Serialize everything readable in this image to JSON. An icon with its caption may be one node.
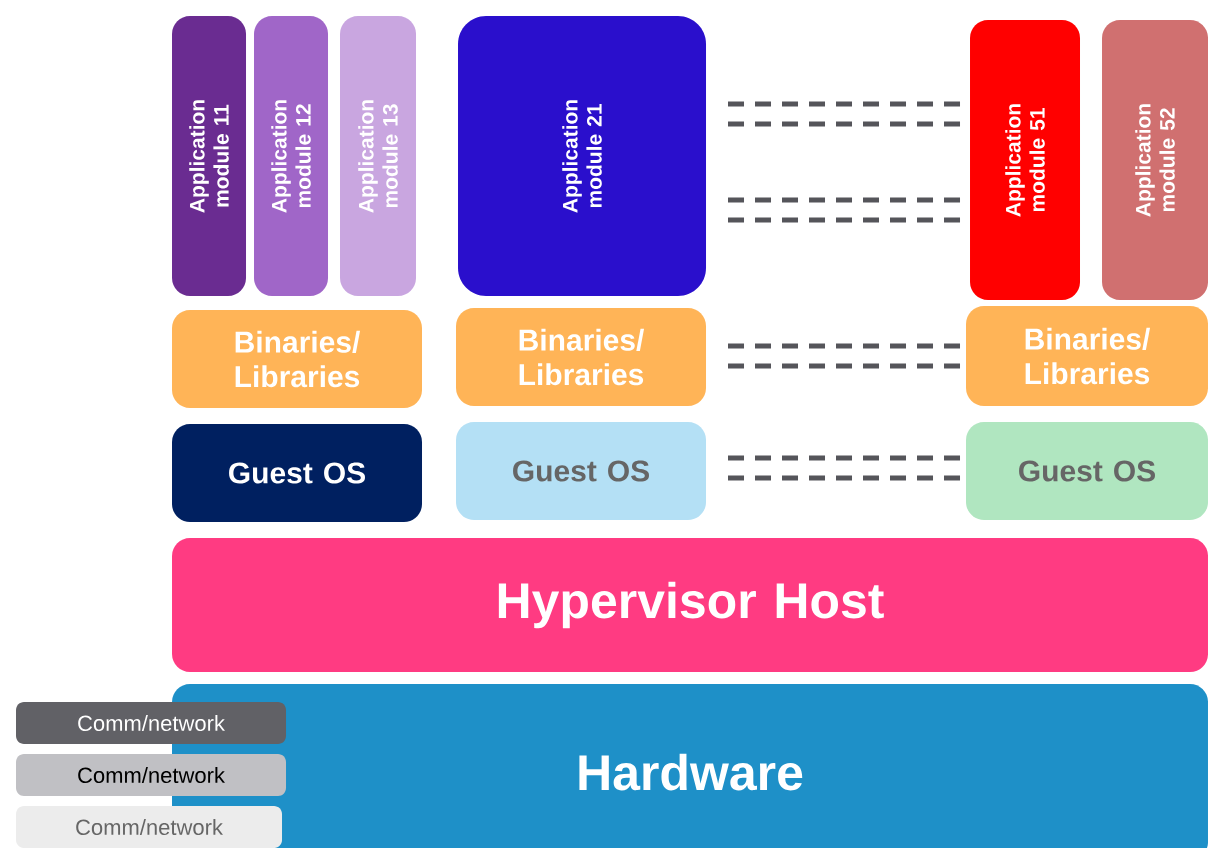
{
  "diagram": {
    "nodes": [
      {
        "text": [
          "Application module 11"
        ]
      },
      {
        "text": [
          "Application module 12"
        ]
      },
      {
        "text": [
          "Application module 13"
        ]
      },
      {
        "text": [
          "Application module 21"
        ]
      },
      {
        "text": [
          "Application module 51"
        ]
      },
      {
        "text": [
          "Application module 52"
        ]
      },
      {
        "text": [
          "Binaries/ Libraries"
        ]
      },
      {
        "text": [
          "Binaries/ Libraries"
        ]
      },
      {
        "text": [
          "Binaries/ Libraries"
        ]
      },
      {
        "text": [
          "Guest OS"
        ]
      },
      {
        "text": [
          "Guest OS"
        ]
      },
      {
        "text": [
          "Guest OS"
        ]
      },
      {
        "text": [
          "Hypervisor Host"
        ]
      },
      {
        "text": [
          "Hardware"
        ]
      },
      {
        "text": [
          "Comm/network"
        ]
      },
      {
        "text": [
          "Comm/network"
        ]
      },
      {
        "text": [
          "Comm/network"
        ]
      }
    ]
  }
}
